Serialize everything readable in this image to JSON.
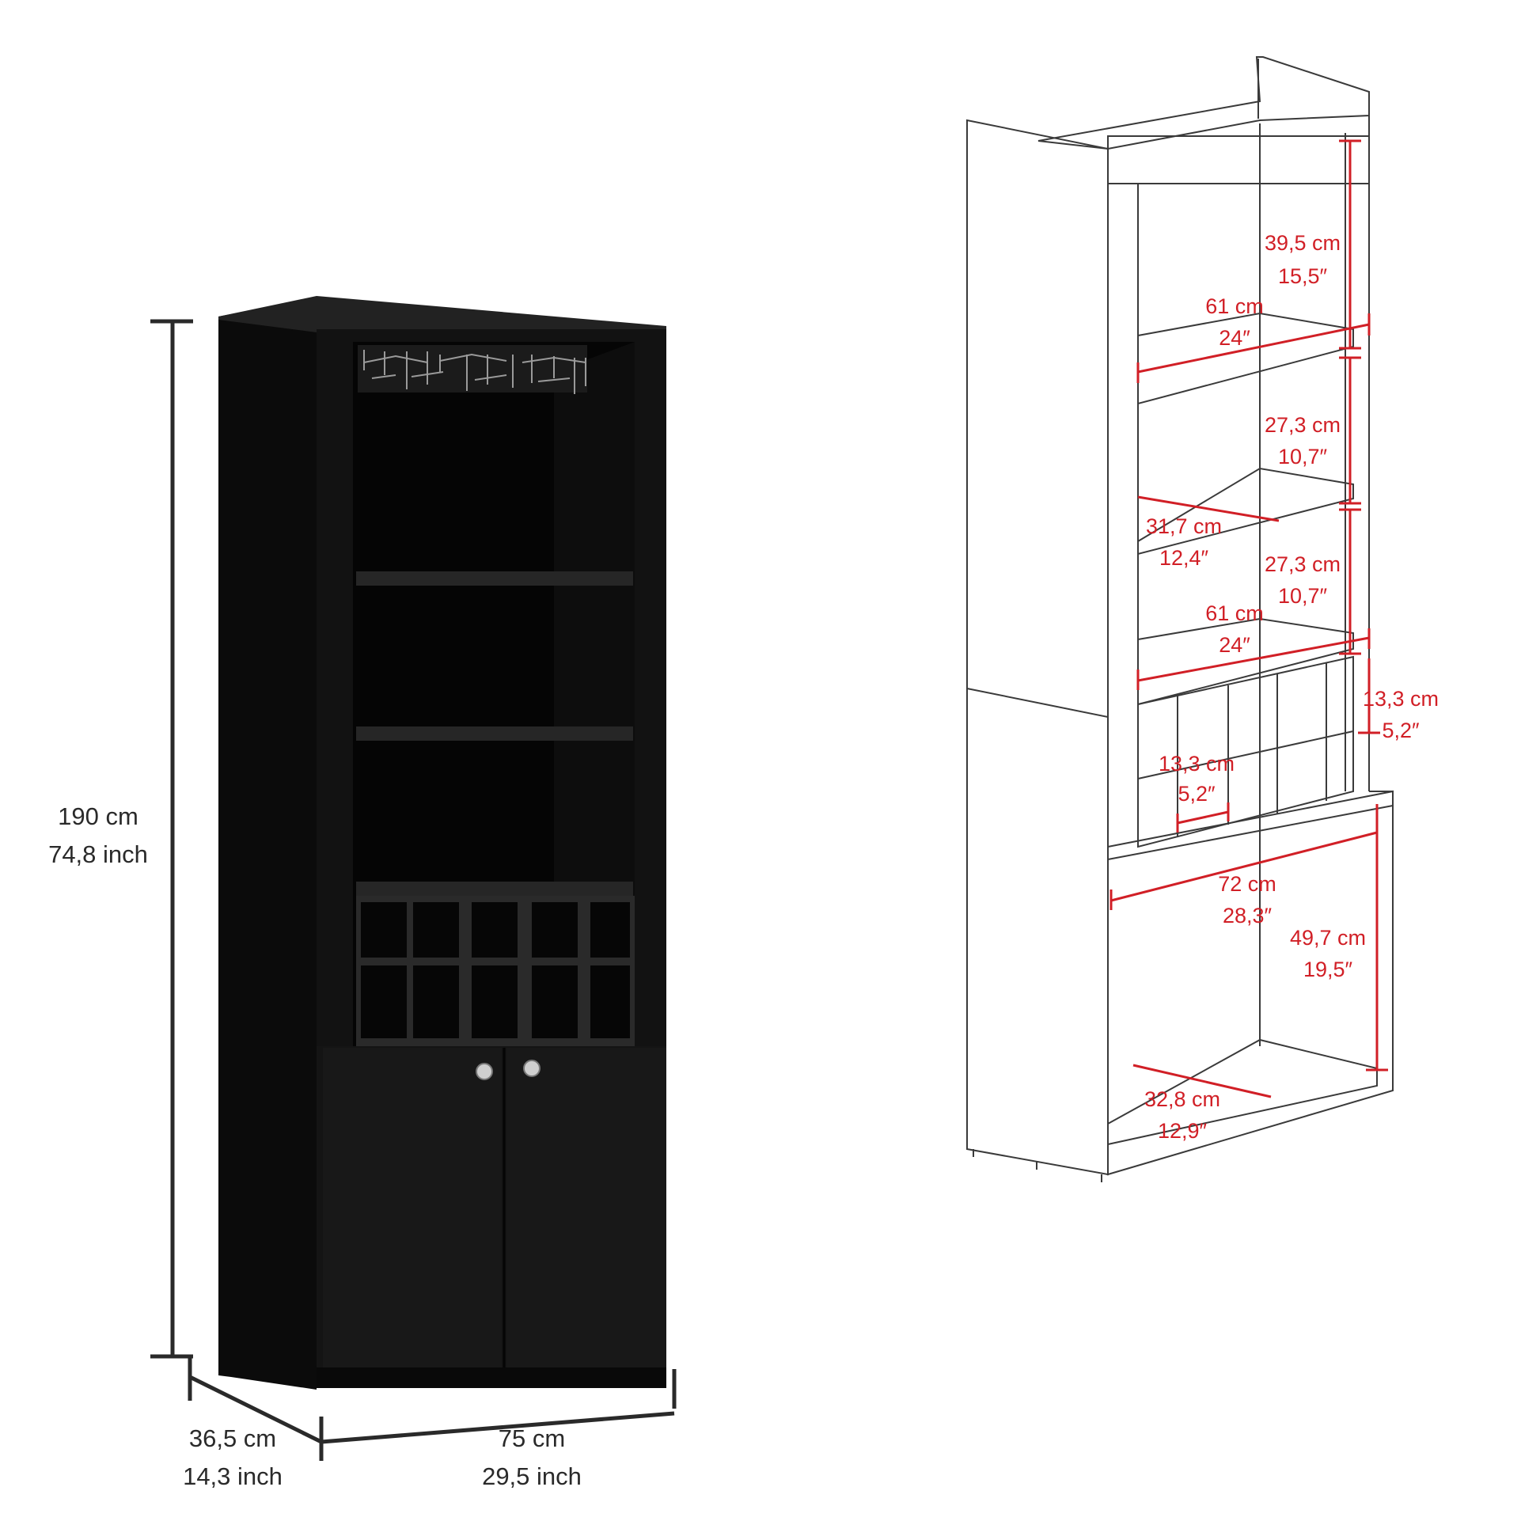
{
  "overall": {
    "height": {
      "cm": "190 cm",
      "inch": "74,8 inch"
    },
    "depth": {
      "cm": "36,5 cm",
      "inch": "14,3 inch"
    },
    "width": {
      "cm": "75 cm",
      "inch": "29,5 inch"
    }
  },
  "interior": {
    "top_height": {
      "cm": "39,5 cm",
      "inch": "15,5″"
    },
    "top_width": {
      "cm": "61 cm",
      "inch": "24″"
    },
    "shelf2_height": {
      "cm": "27,3 cm",
      "inch": "10,7″"
    },
    "shelf_depth": {
      "cm": "31,7 cm",
      "inch": "12,4″"
    },
    "shelf3_height": {
      "cm": "27,3 cm",
      "inch": "10,7″"
    },
    "lower_width": {
      "cm": "61 cm",
      "inch": "24″"
    },
    "cubby_height": {
      "cm": "13,3 cm",
      "inch": "5,2″"
    },
    "cubby_width": {
      "cm": "13,3 cm",
      "inch": "5,2″"
    },
    "cabinet_width": {
      "cm": "72 cm",
      "inch": "28,3″"
    },
    "cabinet_height": {
      "cm": "49,7 cm",
      "inch": "19,5″"
    },
    "cabinet_depth": {
      "cm": "32,8 cm",
      "inch": "12,9″"
    }
  },
  "colors": {
    "cabinet": "#141414",
    "dimension_line": "#2a2a2a",
    "annotation": "#d11f26",
    "outline": "#3a3a3a"
  }
}
